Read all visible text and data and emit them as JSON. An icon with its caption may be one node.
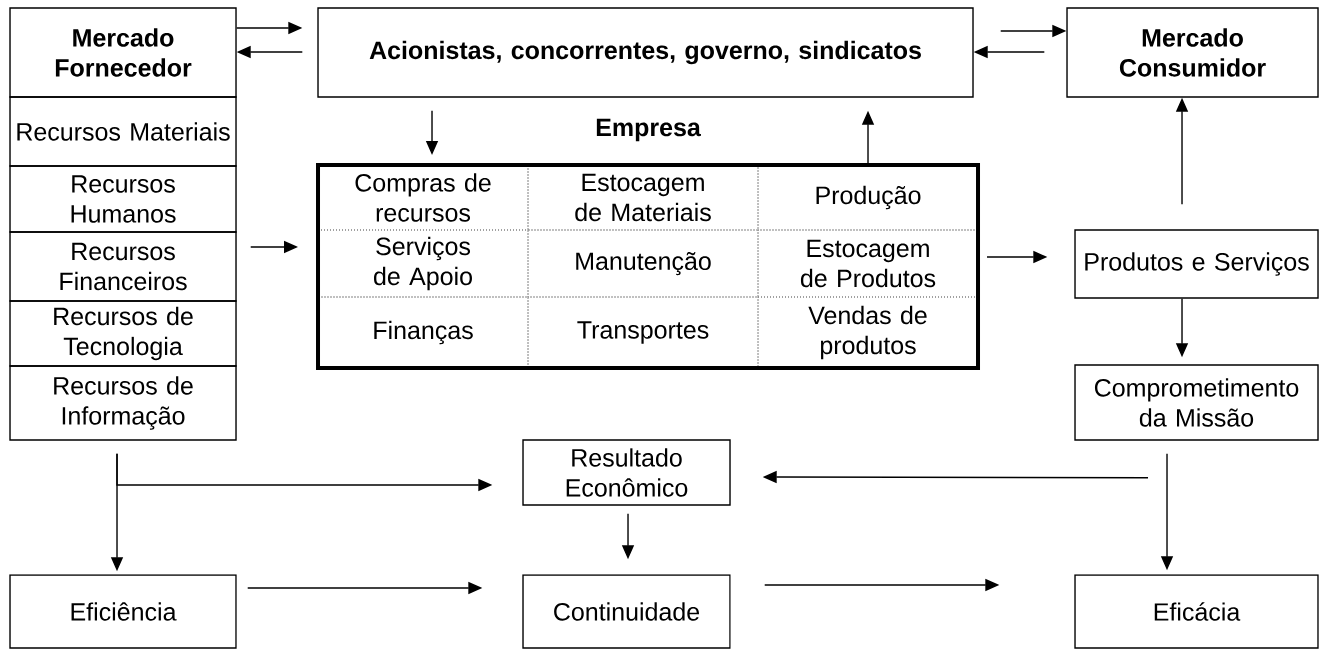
{
  "diagram": {
    "nodes": [
      {
        "text": [
          "Mercado Fornecedor"
        ]
      },
      {
        "text": [
          "Recursos Materiais"
        ]
      },
      {
        "text": [
          "Recursos Humanos"
        ]
      },
      {
        "text": [
          "Recursos Financeiros"
        ]
      },
      {
        "text": [
          "Recursos de Tecnologia"
        ]
      },
      {
        "text": [
          "Recursos de Informação"
        ]
      },
      {
        "text": [
          "Acionistas, concorrentes, governo, sindicatos"
        ]
      },
      {
        "text": [
          "Mercado Consumidor"
        ]
      },
      {
        "text": [
          "Empresa"
        ]
      },
      {
        "text": [
          "Compras de recursos"
        ],
        "in": 8
      },
      {
        "text": [
          "Estocagem de Materiais"
        ],
        "in": 8
      },
      {
        "text": [
          "Produção"
        ],
        "in": 8
      },
      {
        "text": [
          "Serviços de Apoio"
        ],
        "in": 8
      },
      {
        "text": [
          "Manutenção"
        ],
        "in": 8
      },
      {
        "text": [
          "Estocagem de Produtos"
        ],
        "in": 8
      },
      {
        "text": [
          "Finanças"
        ],
        "in": 8
      },
      {
        "text": [
          "Transportes"
        ],
        "in": 8
      },
      {
        "text": [
          "Vendas de produtos"
        ],
        "in": 8
      },
      {
        "text": [
          "Produtos e Serviços"
        ]
      },
      {
        "text": [
          "Comprometimento da Missão"
        ]
      },
      {
        "text": [
          "Resultado Econômico"
        ]
      },
      {
        "text": [
          "Eficiência"
        ]
      },
      {
        "text": [
          "Continuidade"
        ]
      },
      {
        "text": [
          "Eficácia"
        ]
      }
    ],
    "edges": [
      {
        "from": 0,
        "to": 6,
        "arrow": "to"
      },
      {
        "from": 6,
        "to": 0,
        "arrow": "to"
      },
      {
        "from": 6,
        "to": 7,
        "arrow": "to"
      },
      {
        "from": 7,
        "to": 6,
        "arrow": "to"
      },
      {
        "from": 6,
        "to": 8,
        "arrow": "to"
      },
      {
        "from": 8,
        "to": 6,
        "arrow": "to"
      },
      {
        "from": 3,
        "to": 8,
        "arrow": "to"
      },
      {
        "from": 8,
        "to": 18,
        "arrow": "to"
      },
      {
        "from": 18,
        "to": 7,
        "arrow": "to"
      },
      {
        "from": 18,
        "to": 19,
        "arrow": "to"
      },
      {
        "from": 5,
        "to": 21,
        "arrow": "to"
      },
      {
        "from": 5,
        "to": 20,
        "arrow": "to"
      },
      {
        "from": 19,
        "to": 20,
        "arrow": "to"
      },
      {
        "from": 19,
        "to": 23,
        "arrow": "to"
      },
      {
        "from": 20,
        "to": 22,
        "arrow": "to"
      },
      {
        "from": 21,
        "to": 22,
        "arrow": "to"
      },
      {
        "from": 22,
        "to": 23,
        "arrow": "to"
      }
    ]
  }
}
